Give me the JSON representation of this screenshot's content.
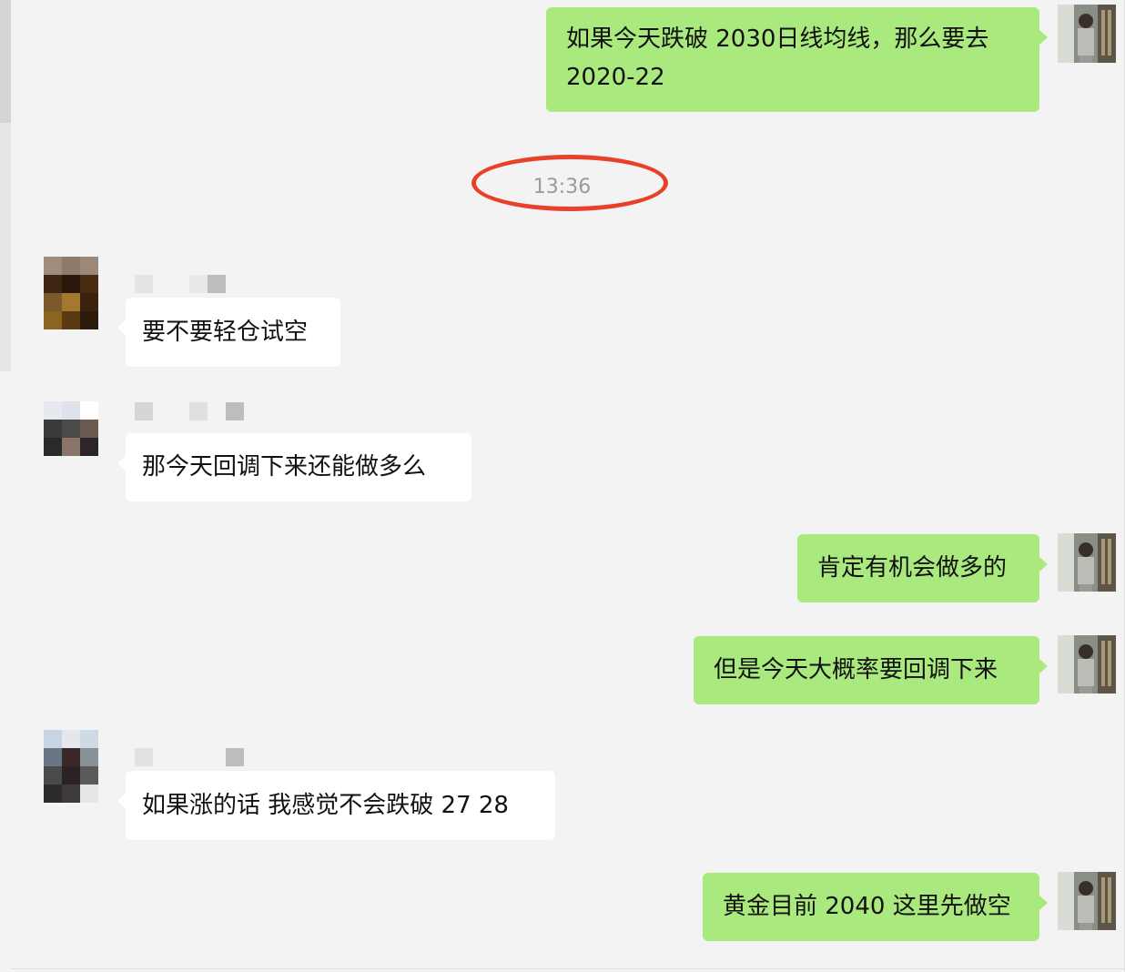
{
  "timestamp": "13:36",
  "messages": [
    {
      "side": "me",
      "text_line1": "如果今天跌破 2030日线均线，那么要去",
      "text_line2": "2020-22"
    },
    {
      "side": "them",
      "text": "要不要轻仓试空"
    },
    {
      "side": "them",
      "text": "那今天回调下来还能做多么"
    },
    {
      "side": "me",
      "text": "肯定有机会做多的"
    },
    {
      "side": "me",
      "text": "但是今天大概率要回调下来"
    },
    {
      "side": "them",
      "text": "如果涨的话 我感觉不会跌破 27  28"
    },
    {
      "side": "me",
      "text": "黄金目前 2040 这里先做空"
    }
  ],
  "colors": {
    "my_bubble": "#a9e97e",
    "their_bubble": "#ffffff",
    "background": "#f3f3f3",
    "highlight_ellipse": "#e8412b"
  }
}
